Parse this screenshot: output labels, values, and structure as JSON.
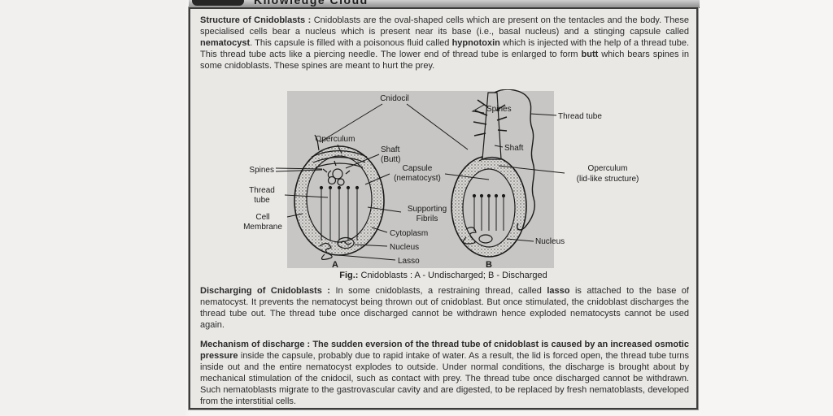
{
  "header": {
    "title": "Knowledge Cloud"
  },
  "paragraphs": {
    "structure": {
      "segments": [
        {
          "t": "Structure of Cnidoblasts : ",
          "b": true
        },
        {
          "t": "Cnidoblasts are the oval-shaped cells which are present on the tentacles and the body. These specialised cells bear a nucleus which is present near its base (i.e., basal nucleus) and a stinging capsule called "
        },
        {
          "t": "nematocyst",
          "b": true
        },
        {
          "t": ". This capsule is filled with a poisonous fluid called "
        },
        {
          "t": "hypnotoxin",
          "b": true
        },
        {
          "t": " which is injected with the help of a thread tube. This thread tube acts like a piercing needle. The lower end of thread tube is enlarged to form "
        },
        {
          "t": "butt",
          "b": true
        },
        {
          "t": " which bears spines in some cnidoblasts. These spines are meant to hurt the prey."
        }
      ]
    },
    "discharging": {
      "segments": [
        {
          "t": "Discharging of Cnidoblasts : ",
          "b": true
        },
        {
          "t": "In some cnidoblasts, a restraining thread, called "
        },
        {
          "t": "lasso",
          "b": true
        },
        {
          "t": " is attached to the base of nematocyst. It prevents the nematocyst being thrown out of cnidoblast. But once stimulated, the cnidoblast discharges the thread tube out. The thread tube once discharged cannot be withdrawn hence exploded nematocysts cannot be used again."
        }
      ]
    },
    "mechanism": {
      "segments": [
        {
          "t": "Mechanism of discharge : ",
          "b": true
        },
        {
          "t": "The sudden eversion of the thread tube of cnidoblast is caused by an increased osmotic pressure",
          "b": true
        },
        {
          "t": " inside the capsule, probably due to rapid intake of water. As a result, the lid is forced open, the thread tube turns inside out and the entire nematocyst explodes to outside. Under normal conditions, the discharge is brought about by mechanical stimulation of the cnidocil, such as contact with prey. The thread tube once discharged cannot be withdrawn. Such nematoblasts migrate to the gastrovascular cavity and are digested, to be replaced by fresh nematoblasts, developed from the interstitial cells."
        }
      ]
    }
  },
  "figure": {
    "caption_segments": [
      {
        "t": "Fig.: ",
        "b": true
      },
      {
        "t": "Cnidoblasts : A - Undischarged; B - Discharged"
      }
    ],
    "labels": {
      "cnidocil": "Cnidocil",
      "operculum_a": "Operculum",
      "shaft_a_1": "Shaft",
      "shaft_a_2": "(Butt)",
      "capsule_1": "Capsule",
      "capsule_2": "(nematocyst)",
      "spines_a": "Spines",
      "thread_tube_a_1": "Thread",
      "thread_tube_a_2": "tube",
      "cell_membrane_1": "Cell",
      "cell_membrane_2": "Membrane",
      "supporting_1": "Supporting",
      "supporting_2": "Fibrils",
      "cytoplasm": "Cytoplasm",
      "nucleus_a": "Nucleus",
      "lasso": "Lasso",
      "spines_b": "Spines",
      "shaft_b": "Shaft",
      "thread_tube_b": "Thread tube",
      "operculum_b_1": "Operculum",
      "operculum_b_2": "(lid-like structure)",
      "nucleus_b": "Nucleus",
      "panel_a": "A",
      "panel_b": "B"
    },
    "colors": {
      "page_margin": "#f1f0ee",
      "box_background": "#e9e8e5",
      "figure_panel_background": "#c7c6c4",
      "border": "#3c3c3c",
      "ink": "#1a1a1a"
    }
  }
}
